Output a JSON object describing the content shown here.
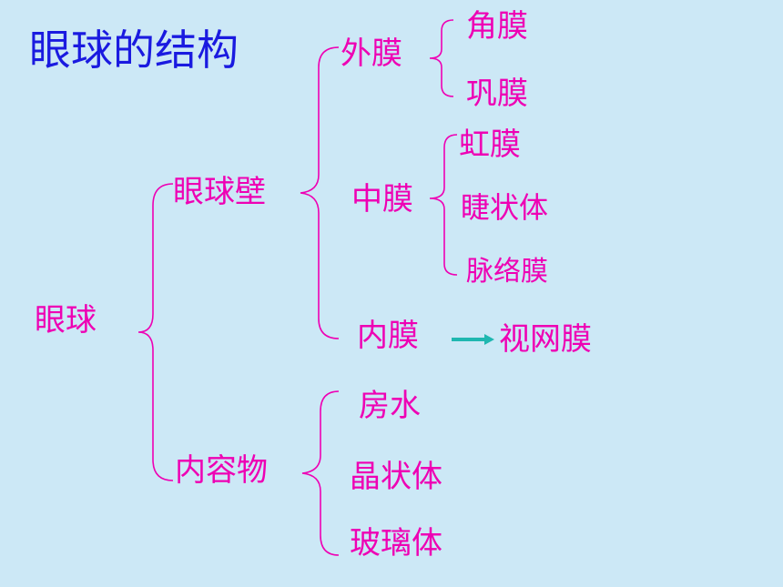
{
  "title": "眼球的结构",
  "root": "眼球",
  "wall": {
    "label": "眼球壁",
    "outer": {
      "label": "外膜",
      "children": [
        "角膜",
        "巩膜"
      ]
    },
    "middle": {
      "label": "中膜",
      "children": [
        "虹膜",
        "睫状体",
        "脉络膜"
      ]
    },
    "inner": {
      "label": "内膜",
      "target": "视网膜"
    }
  },
  "contents": {
    "label": "内容物",
    "children": [
      "房水",
      "晶状体",
      "玻璃体"
    ]
  },
  "colors": {
    "background": "#cce8f6",
    "title": "#1a1ae0",
    "label": "#ee00b4",
    "arrow": "#1fb7b0"
  }
}
